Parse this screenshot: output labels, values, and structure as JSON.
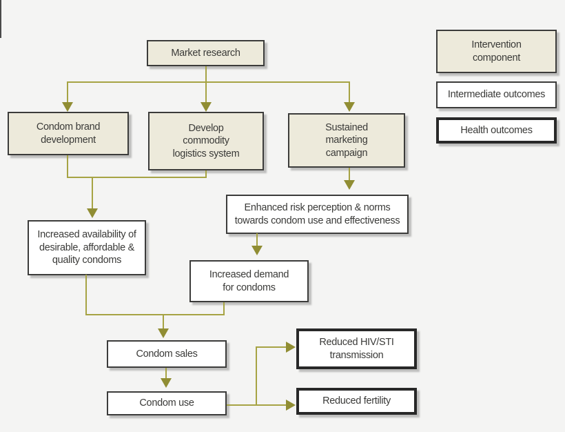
{
  "nodes": {
    "market_research": {
      "label": "Market research",
      "type": "intervention_component"
    },
    "condom_brand_development": {
      "label": "Condom brand\ndevelopment",
      "type": "intervention_component"
    },
    "develop_commodity_logistics": {
      "label": "Develop\ncommodity\nlogistics system",
      "type": "intervention_component"
    },
    "sustained_marketing_campaign": {
      "label": "Sustained\nmarketing\ncampaign",
      "type": "intervention_component"
    },
    "enhanced_risk_perception": {
      "label": "Enhanced risk perception & norms\ntowards condom use and effectiveness",
      "type": "intermediate_outcome"
    },
    "increased_availability": {
      "label": "Increased availability of\ndesirable, affordable &\nquality condoms",
      "type": "intermediate_outcome"
    },
    "increased_demand": {
      "label": "Increased demand\nfor condoms",
      "type": "intermediate_outcome"
    },
    "condom_sales": {
      "label": "Condom sales",
      "type": "intermediate_outcome"
    },
    "condom_use": {
      "label": "Condom use",
      "type": "intermediate_outcome"
    },
    "reduced_hiv_sti": {
      "label": "Reduced HIV/STI\ntransmission",
      "type": "health_outcome"
    },
    "reduced_fertility": {
      "label": "Reduced fertility",
      "type": "health_outcome"
    }
  },
  "legend": {
    "intervention_component": "Intervention\ncomponent",
    "intermediate_outcomes": "Intermediate outcomes",
    "health_outcomes": "Health outcomes"
  },
  "edges": [
    {
      "from": "market_research",
      "to": "condom_brand_development"
    },
    {
      "from": "market_research",
      "to": "develop_commodity_logistics"
    },
    {
      "from": "market_research",
      "to": "sustained_marketing_campaign"
    },
    {
      "from": "condom_brand_development",
      "to": "increased_availability"
    },
    {
      "from": "develop_commodity_logistics",
      "to": "increased_availability"
    },
    {
      "from": "sustained_marketing_campaign",
      "to": "enhanced_risk_perception"
    },
    {
      "from": "enhanced_risk_perception",
      "to": "increased_demand"
    },
    {
      "from": "increased_availability",
      "to": "condom_sales"
    },
    {
      "from": "increased_demand",
      "to": "condom_sales"
    },
    {
      "from": "condom_sales",
      "to": "condom_use"
    },
    {
      "from": "condom_use",
      "to": "reduced_hiv_sti"
    },
    {
      "from": "condom_use",
      "to": "reduced_fertility"
    }
  ],
  "colors": {
    "background": "#f4f4f3",
    "intervention_fill": "#edeadb",
    "outcome_fill": "#ffffff",
    "box_border": "#3b3b3a",
    "health_border": "#282828",
    "connector": "#a6a343",
    "arrowhead": "#908d33",
    "text": "#3a3a38"
  }
}
